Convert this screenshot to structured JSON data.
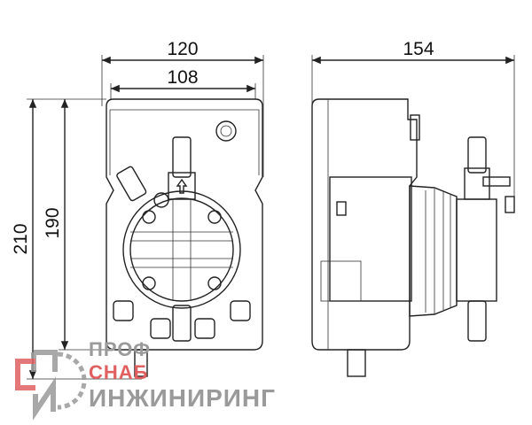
{
  "dimensions": {
    "front_width_outer": "120",
    "front_width_inner": "108",
    "height_total": "210",
    "height_body": "190",
    "side_depth": "154"
  },
  "watermark": {
    "line1": "ПРОФ",
    "line2": "СНАБ",
    "line3": "ИНЖИНИРИНГ",
    "colors": {
      "gray": "#9a9a9a",
      "red": "#e06060"
    }
  }
}
